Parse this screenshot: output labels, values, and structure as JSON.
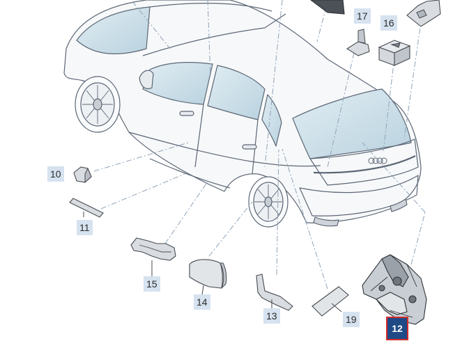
{
  "diagram": {
    "subject": "car-rear-three-quarter-view",
    "colors": {
      "outline": "#5b6675",
      "glass": "#c7dde8",
      "part_fill": "#d9dde2",
      "part_dark": "#454a50",
      "leader": "#8fa3b8",
      "callout_bg": "#d6e2ef",
      "selected_bg": "#1f4a86",
      "selected_border": "#d42a2a"
    }
  },
  "callouts": [
    {
      "id": "10",
      "label": "10"
    },
    {
      "id": "11",
      "label": "11"
    },
    {
      "id": "12",
      "label": "12",
      "selected": true
    },
    {
      "id": "13",
      "label": "13"
    },
    {
      "id": "14",
      "label": "14"
    },
    {
      "id": "15",
      "label": "15"
    },
    {
      "id": "16",
      "label": "16"
    },
    {
      "id": "17",
      "label": "17"
    },
    {
      "id": "19",
      "label": "19"
    }
  ]
}
